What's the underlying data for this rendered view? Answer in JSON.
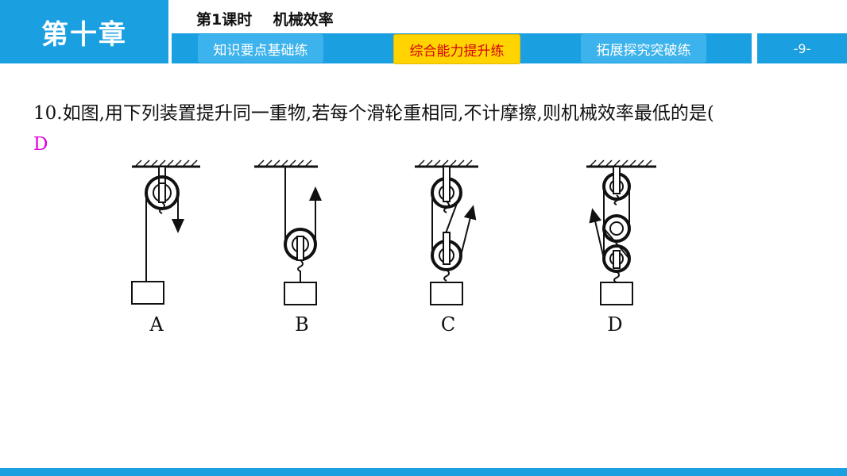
{
  "header": {
    "chapter": "第十章",
    "lesson_title": "第1课时    机械效率",
    "page_number": "-9-",
    "nav": [
      {
        "label": "知识要点基础练",
        "active": false
      },
      {
        "label": "综合能力提升练",
        "active": true
      },
      {
        "label": "拓展探究突破练",
        "active": false
      }
    ]
  },
  "colors": {
    "header_blue": "#1a9fe0",
    "active_tab_bg": "#ffd400",
    "active_tab_text": "#d4000f",
    "answer": "#e000e0"
  },
  "question": {
    "text": "10.如图,用下列装置提升同一重物,若每个滑轮重相同,不计摩擦,则机械效率最低的是(",
    "answer": "D"
  },
  "figure": {
    "labels": [
      "A",
      "B",
      "C",
      "D"
    ]
  }
}
